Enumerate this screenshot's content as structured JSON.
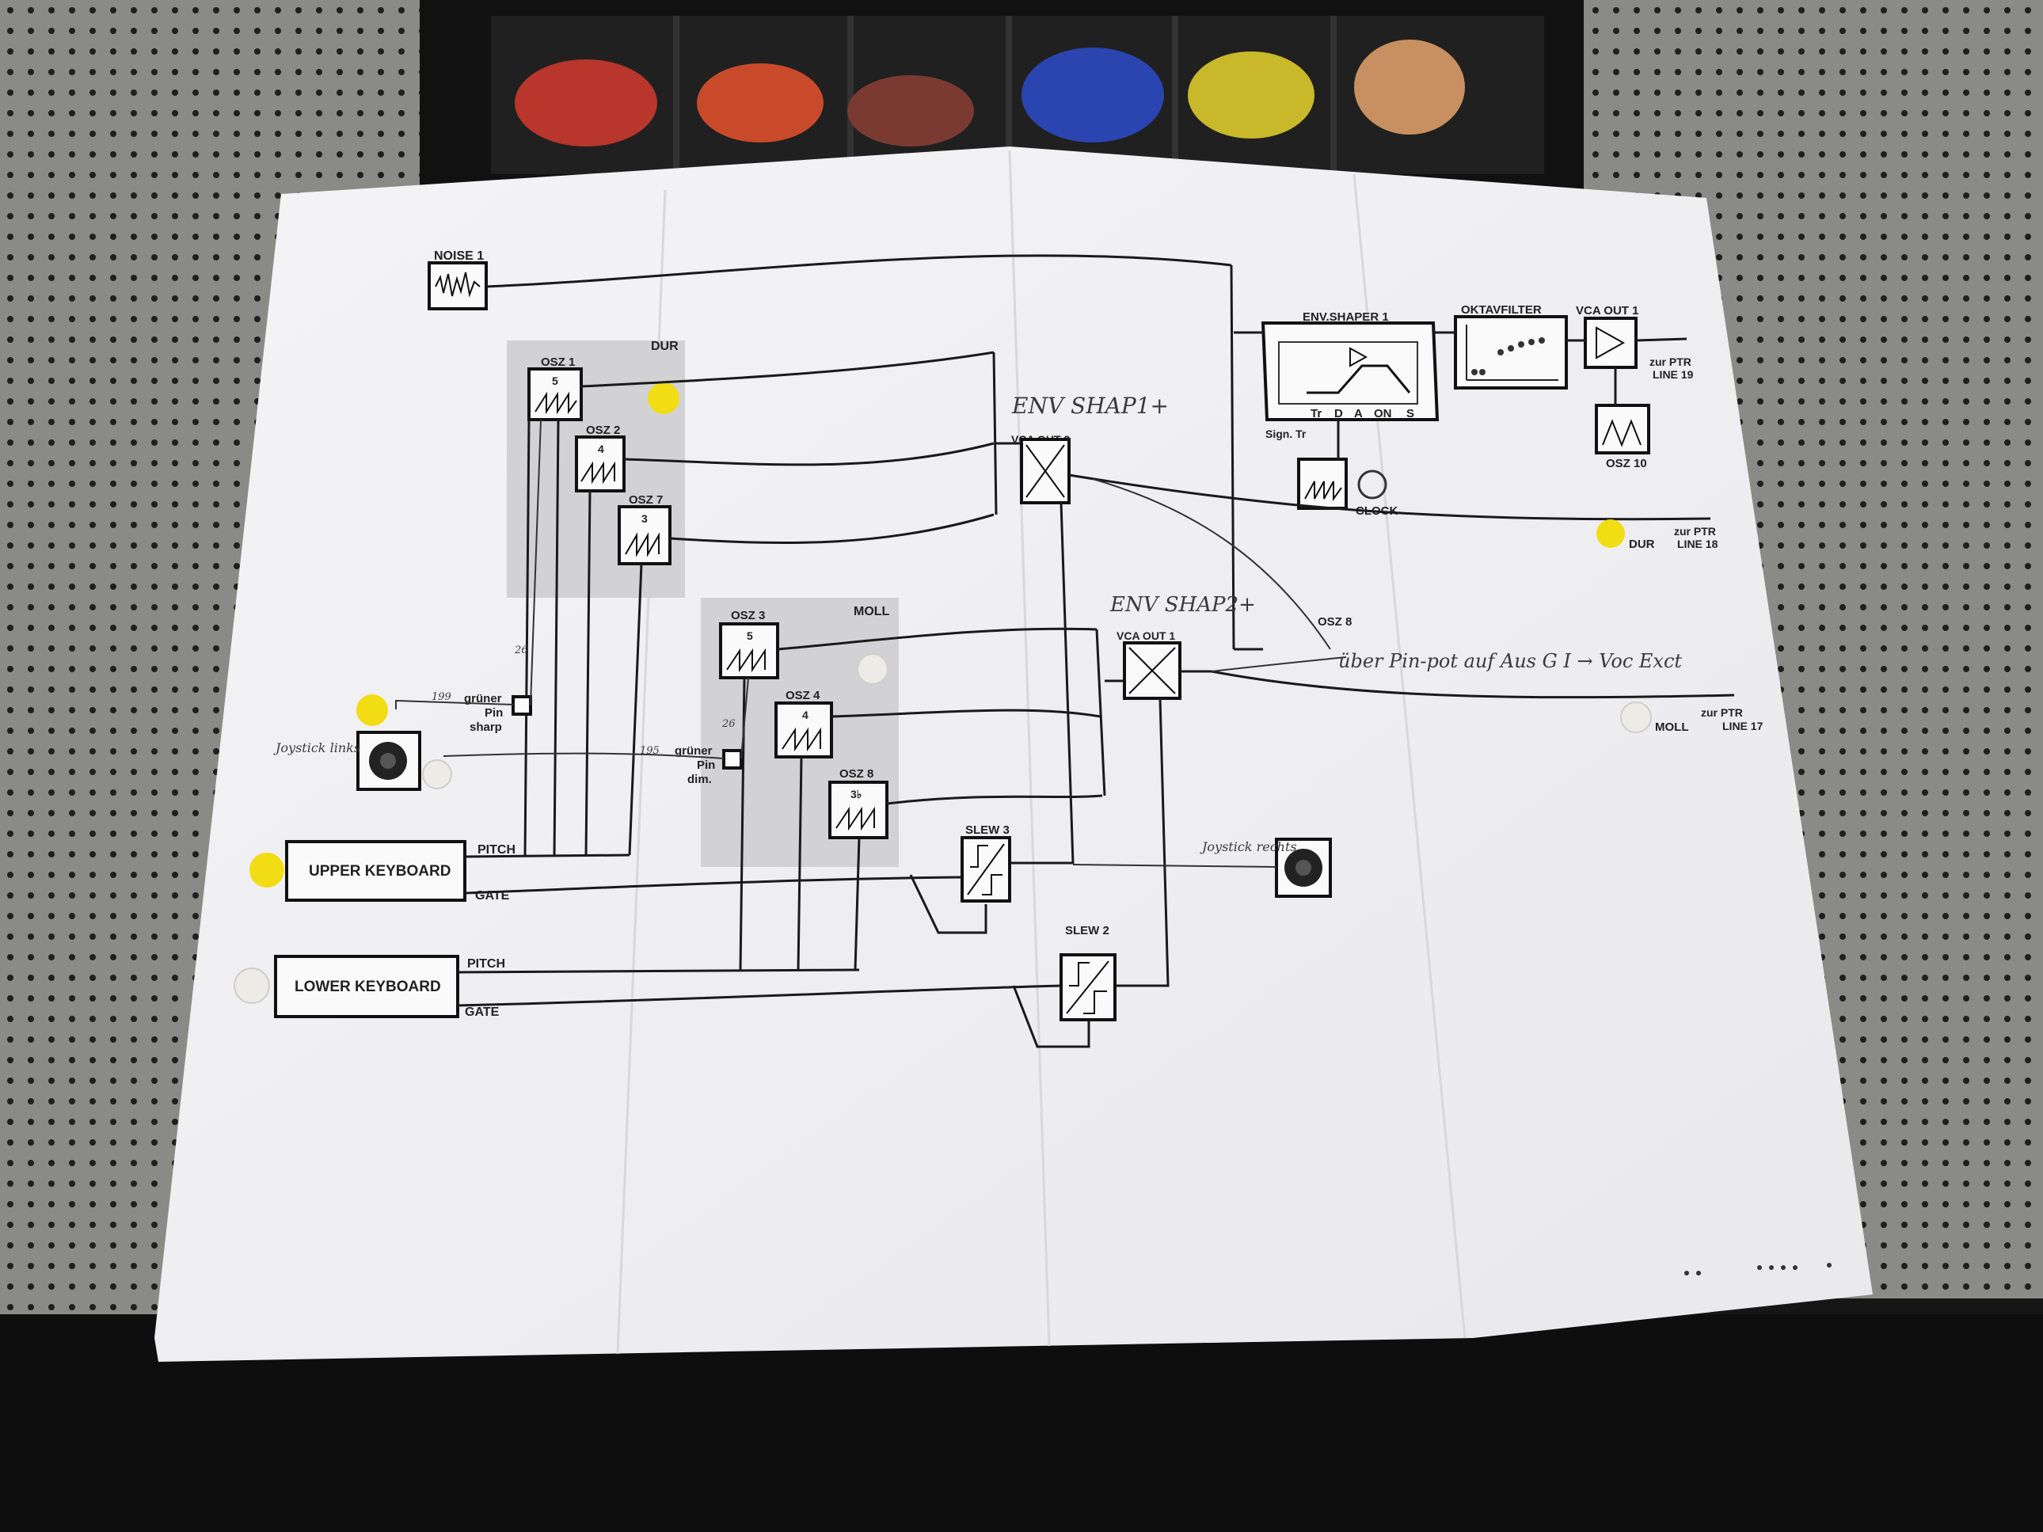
{
  "diagram": {
    "modules": {
      "noise1": "NOISE 1",
      "osz1": "OSZ 1",
      "osz1_num": "5",
      "osz2": "OSZ 2",
      "osz2_num": "4",
      "osz7": "OSZ 7",
      "osz7_num": "3",
      "osz3": "OSZ 3",
      "osz3_num": "5",
      "osz4": "OSZ 4",
      "osz4_num": "4",
      "osz8": "OSZ 8",
      "osz8_num": "3♭",
      "osz10": "OSZ 10",
      "osz8_right": "OSZ 8",
      "dur_group": "DUR",
      "moll_group": "MOLL",
      "env_shaper1": "ENV.SHAPER 1",
      "env_params": [
        "Tr",
        "D",
        "A",
        "ON",
        "S"
      ],
      "sign_tr": "Sign. Tr",
      "clock": "CLOCK",
      "oktavfilter": "OKTAVFILTER",
      "vca_out1_top": "VCA OUT 1",
      "vca_out2": "VCA OUT 2",
      "vca_out1": "VCA OUT 1",
      "slew3": "SLEW 3",
      "slew2": "SLEW 2",
      "upper_keyboard": "UPPER KEYBOARD",
      "lower_keyboard": "LOWER KEYBOARD",
      "pitch": "PITCH",
      "gate": "GATE",
      "gruner_sharp": [
        "grüner",
        "Pin",
        "sharp"
      ],
      "gruner_dim": [
        "grüner",
        "Pin",
        "dim."
      ]
    },
    "outputs": {
      "line19": [
        "zur PTR",
        "LINE 19"
      ],
      "line18": [
        "zur PTR",
        "LINE 18"
      ],
      "line17": [
        "zur PTR",
        "LINE 17"
      ],
      "dur": "DUR",
      "moll": "MOLL"
    },
    "handwritten": {
      "env_shap1": "ENV SHAP1+",
      "env_shap2": "ENV SHAP2+",
      "uber": "über Pin-pot auf Aus G I → Voc Exct",
      "n199": "199",
      "n195": "195",
      "n26a": "26",
      "n26b": "26",
      "joystick_links": "Joystick links",
      "joystick_rechts": "Joystick rechts"
    }
  }
}
